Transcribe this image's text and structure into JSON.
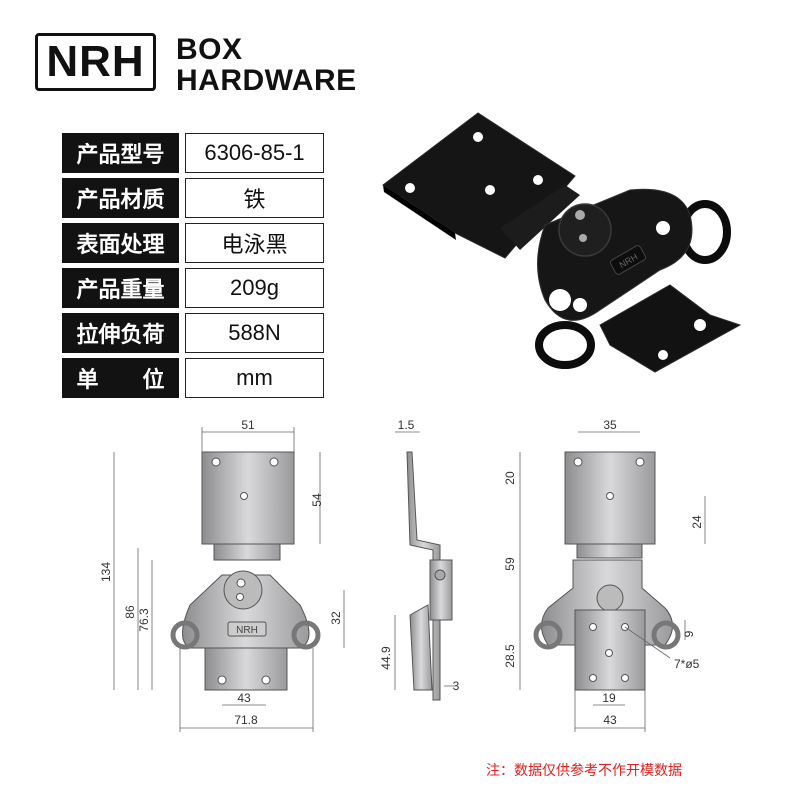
{
  "logo": {
    "mark": "NRH",
    "brand_line1": "BOX",
    "brand_line2": "HARDWARE"
  },
  "specs": [
    {
      "label": "产品型号",
      "value": "6306-85-1"
    },
    {
      "label": "产品材质",
      "value": "铁"
    },
    {
      "label": "表面处理",
      "value": "电泳黑"
    },
    {
      "label": "产品重量",
      "value": "209g"
    },
    {
      "label": "拉伸负荷",
      "value": "588N"
    },
    {
      "label": "单　　位",
      "value": "mm"
    }
  ],
  "product_mark": "NRH",
  "dims_front": {
    "top_width": "51",
    "plate_height": "54",
    "overall_height": "134",
    "height_86": "86",
    "height_76": "76.3",
    "height_32": "32",
    "hole_spacing": "43",
    "overall_width": "71.8"
  },
  "dims_side": {
    "thickness": "1.5",
    "height_44": "44.9",
    "offset": "3"
  },
  "dims_back": {
    "hole_spacing_top": "35",
    "dim_20": "20",
    "dim_24": "24",
    "dim_59": "59",
    "dim_28": "28.5",
    "dim_9": "9",
    "holes": "7*ø5",
    "dim_19": "19",
    "dim_43": "43"
  },
  "note": "注：数据仅供参考不作开模数据",
  "colors": {
    "black": "#121212",
    "note_red": "#e02020",
    "steel": "#b9b9bb"
  }
}
